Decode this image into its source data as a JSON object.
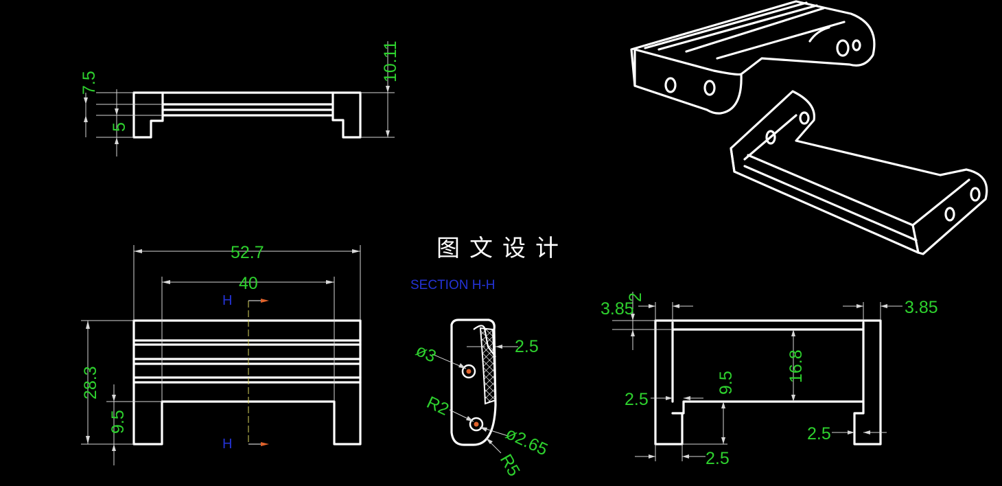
{
  "title": "图文设计",
  "section_label": "SECTION H-H",
  "cut_label": "H",
  "colors": {
    "background": "#000000",
    "outline": "#ffffff",
    "dimension": "#2ed12e",
    "annotation": "#2433d6",
    "cut_arrow": "#e0622b"
  },
  "top_view": {
    "dims": {
      "d75": "7.5",
      "d5": "5",
      "d1011": "10.11"
    }
  },
  "front_view": {
    "dims": {
      "d527": "52.7",
      "d40": "40",
      "d283": "28.3",
      "d95": "9.5"
    }
  },
  "section_view": {
    "dims": {
      "dia3": "ø3",
      "t25": "2.5",
      "r2": "R2",
      "dia265": "ø2.65",
      "r5": "R5"
    }
  },
  "side_view": {
    "dims": {
      "d385l": "3.85",
      "d2": "2",
      "d385r": "3.85",
      "d168": "16.8",
      "d95": "9.5",
      "d25a": "2.5",
      "d25b": "2.5",
      "d25c": "2.5"
    }
  }
}
